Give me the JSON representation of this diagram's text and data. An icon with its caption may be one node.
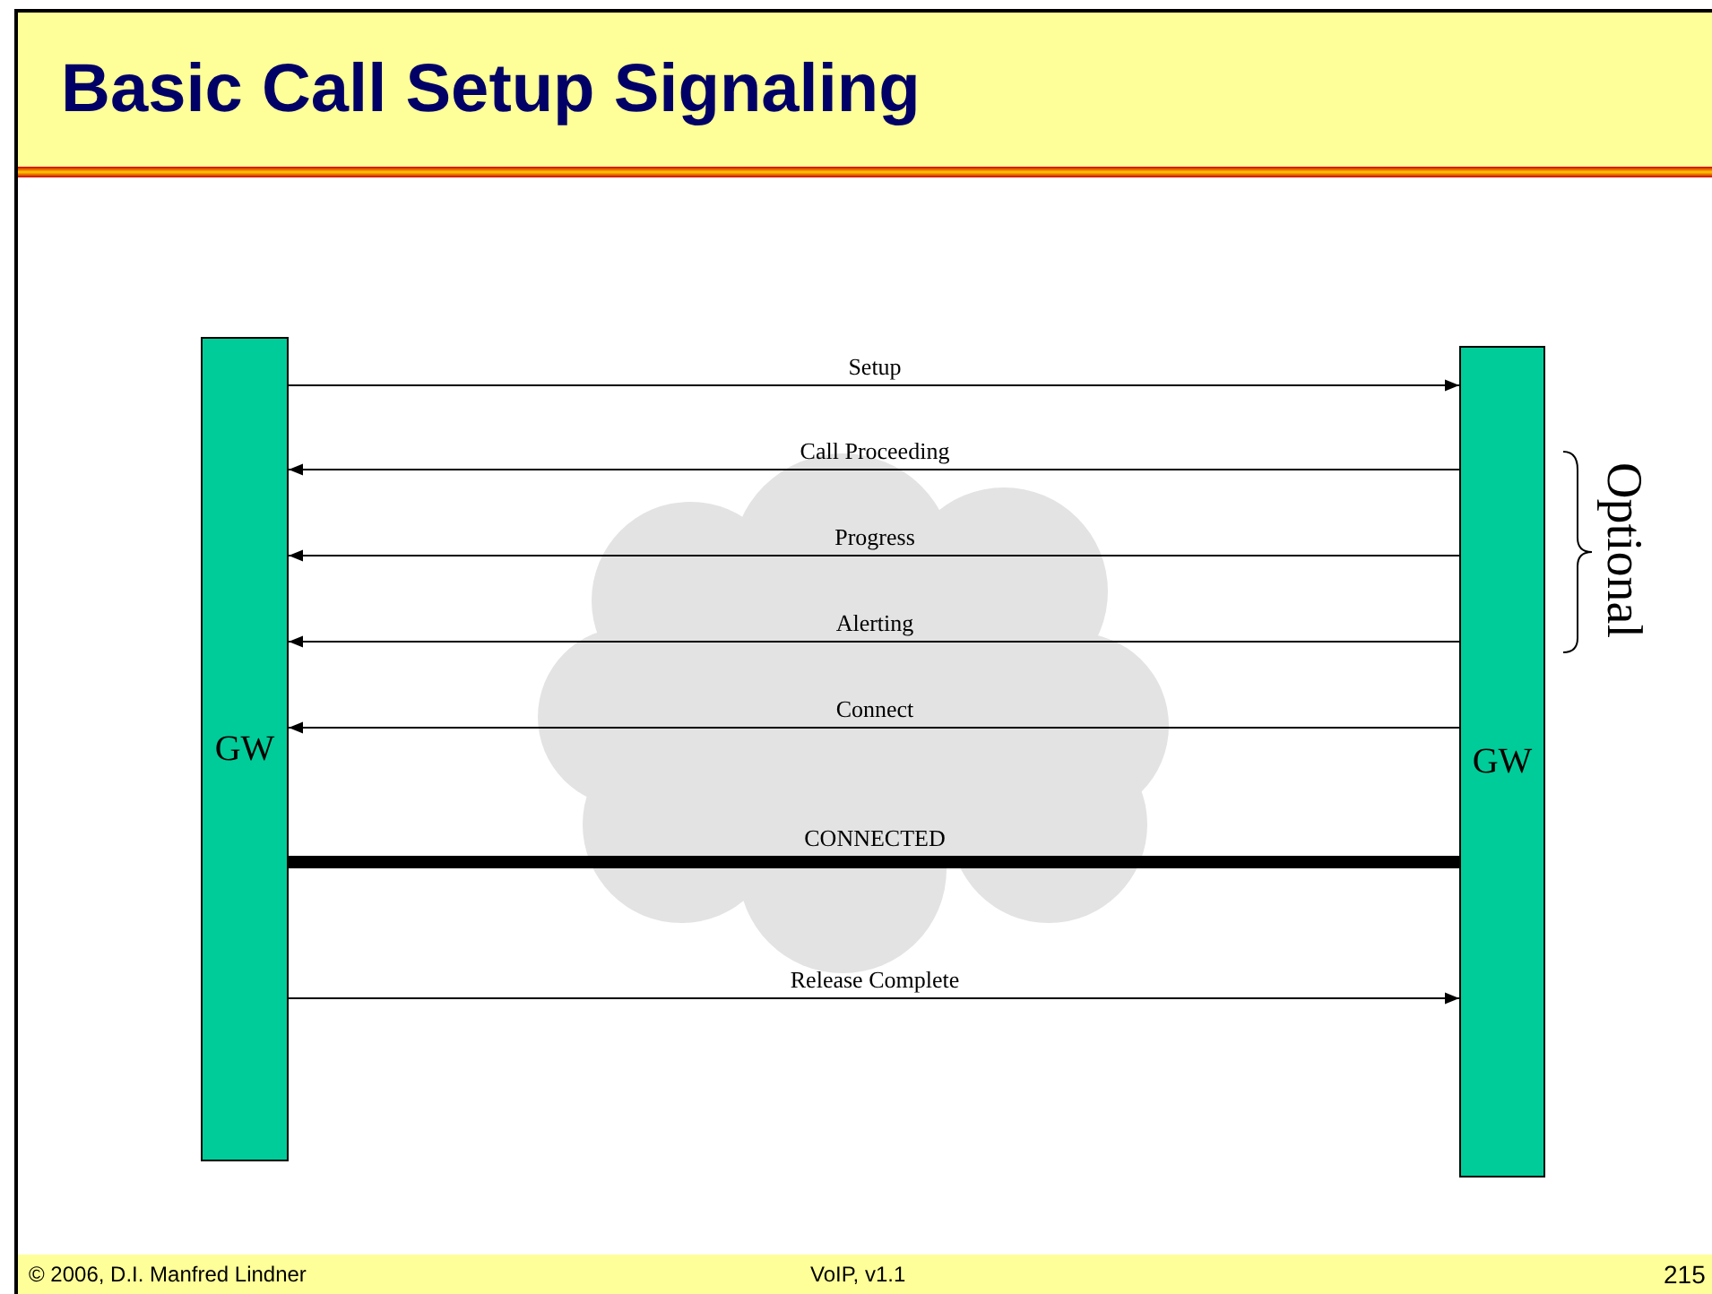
{
  "diagram": {
    "title": "Basic Call Setup Signaling",
    "nodes": [
      {
        "text": [
          "GW"
        ]
      },
      {
        "text": [
          "GW"
        ]
      }
    ],
    "edges": [
      {
        "from": 0,
        "to": 1,
        "arrow": "to",
        "label": "Setup"
      },
      {
        "from": 1,
        "to": 0,
        "arrow": "to",
        "label": "Call Proceeding"
      },
      {
        "from": 1,
        "to": 0,
        "arrow": "to",
        "label": "Progress"
      },
      {
        "from": 1,
        "to": 0,
        "arrow": "to",
        "label": "Alerting"
      },
      {
        "from": 1,
        "to": 0,
        "arrow": "to",
        "label": "Connect"
      },
      {
        "from": 0,
        "to": 1,
        "arrow": "none",
        "label": "CONNECTED",
        "style": "thick"
      },
      {
        "from": 0,
        "to": 1,
        "arrow": "to",
        "label": "Release Complete"
      }
    ],
    "labels": [
      "Optional",
      "© 2006, D.I. Manfred Lindner",
      "VoIP, v1.1",
      "215"
    ]
  }
}
